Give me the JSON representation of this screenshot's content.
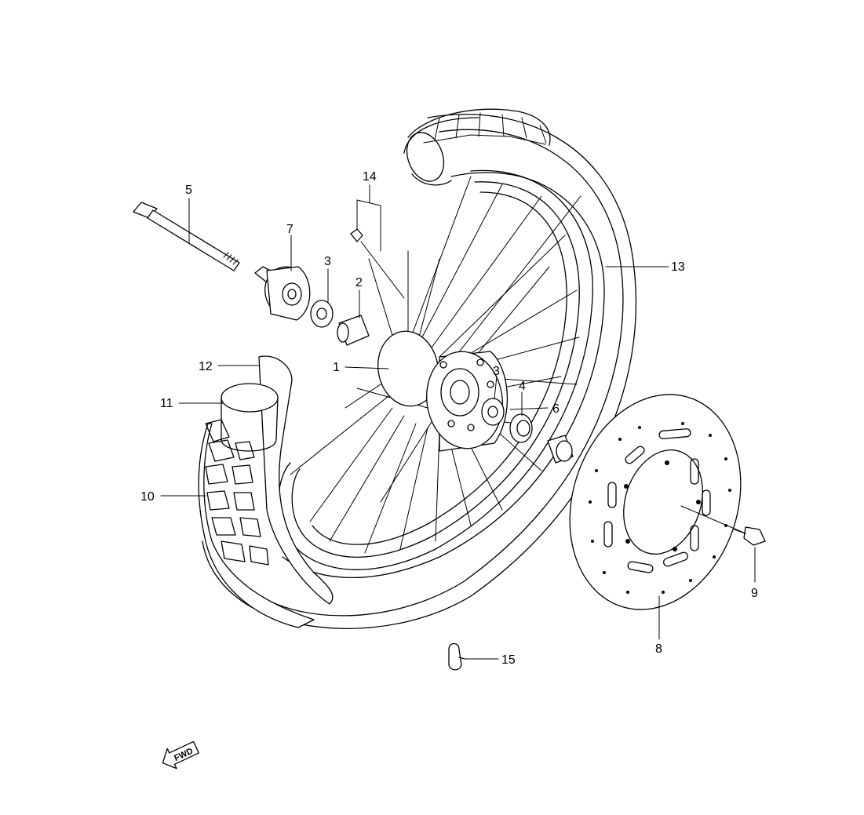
{
  "diagram": {
    "callouts": [
      {
        "id": "c1",
        "text": "1"
      },
      {
        "id": "c2",
        "text": "2"
      },
      {
        "id": "c3a",
        "text": "3"
      },
      {
        "id": "c3b",
        "text": "3"
      },
      {
        "id": "c4",
        "text": "4"
      },
      {
        "id": "c5",
        "text": "5"
      },
      {
        "id": "c6",
        "text": "6"
      },
      {
        "id": "c7",
        "text": "7"
      },
      {
        "id": "c8",
        "text": "8"
      },
      {
        "id": "c9",
        "text": "9"
      },
      {
        "id": "c10",
        "text": "10"
      },
      {
        "id": "c11",
        "text": "11"
      },
      {
        "id": "c12",
        "text": "12"
      },
      {
        "id": "c13",
        "text": "13"
      },
      {
        "id": "c14",
        "text": "14"
      },
      {
        "id": "c15",
        "text": "15"
      }
    ],
    "direction_badge": "FWD"
  }
}
